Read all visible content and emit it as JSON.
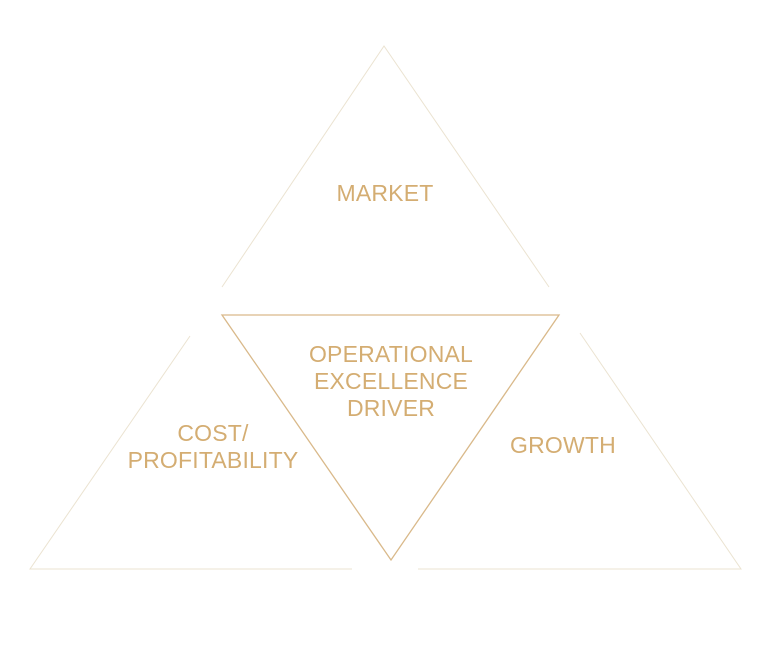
{
  "colors": {
    "outline_thin": "#ebe3d1",
    "outline_center": "#d9b98a",
    "text": "#d4ad72",
    "background": "#ffffff"
  },
  "diagram": {
    "market": {
      "lines": [
        "MARKET"
      ]
    },
    "center": {
      "lines": [
        "OPERATIONAL",
        "EXCELLENCE",
        "DRIVER"
      ]
    },
    "cost": {
      "lines": [
        "COST/",
        "PROFITABILITY"
      ]
    },
    "growth": {
      "lines": [
        "GROWTH"
      ]
    }
  }
}
